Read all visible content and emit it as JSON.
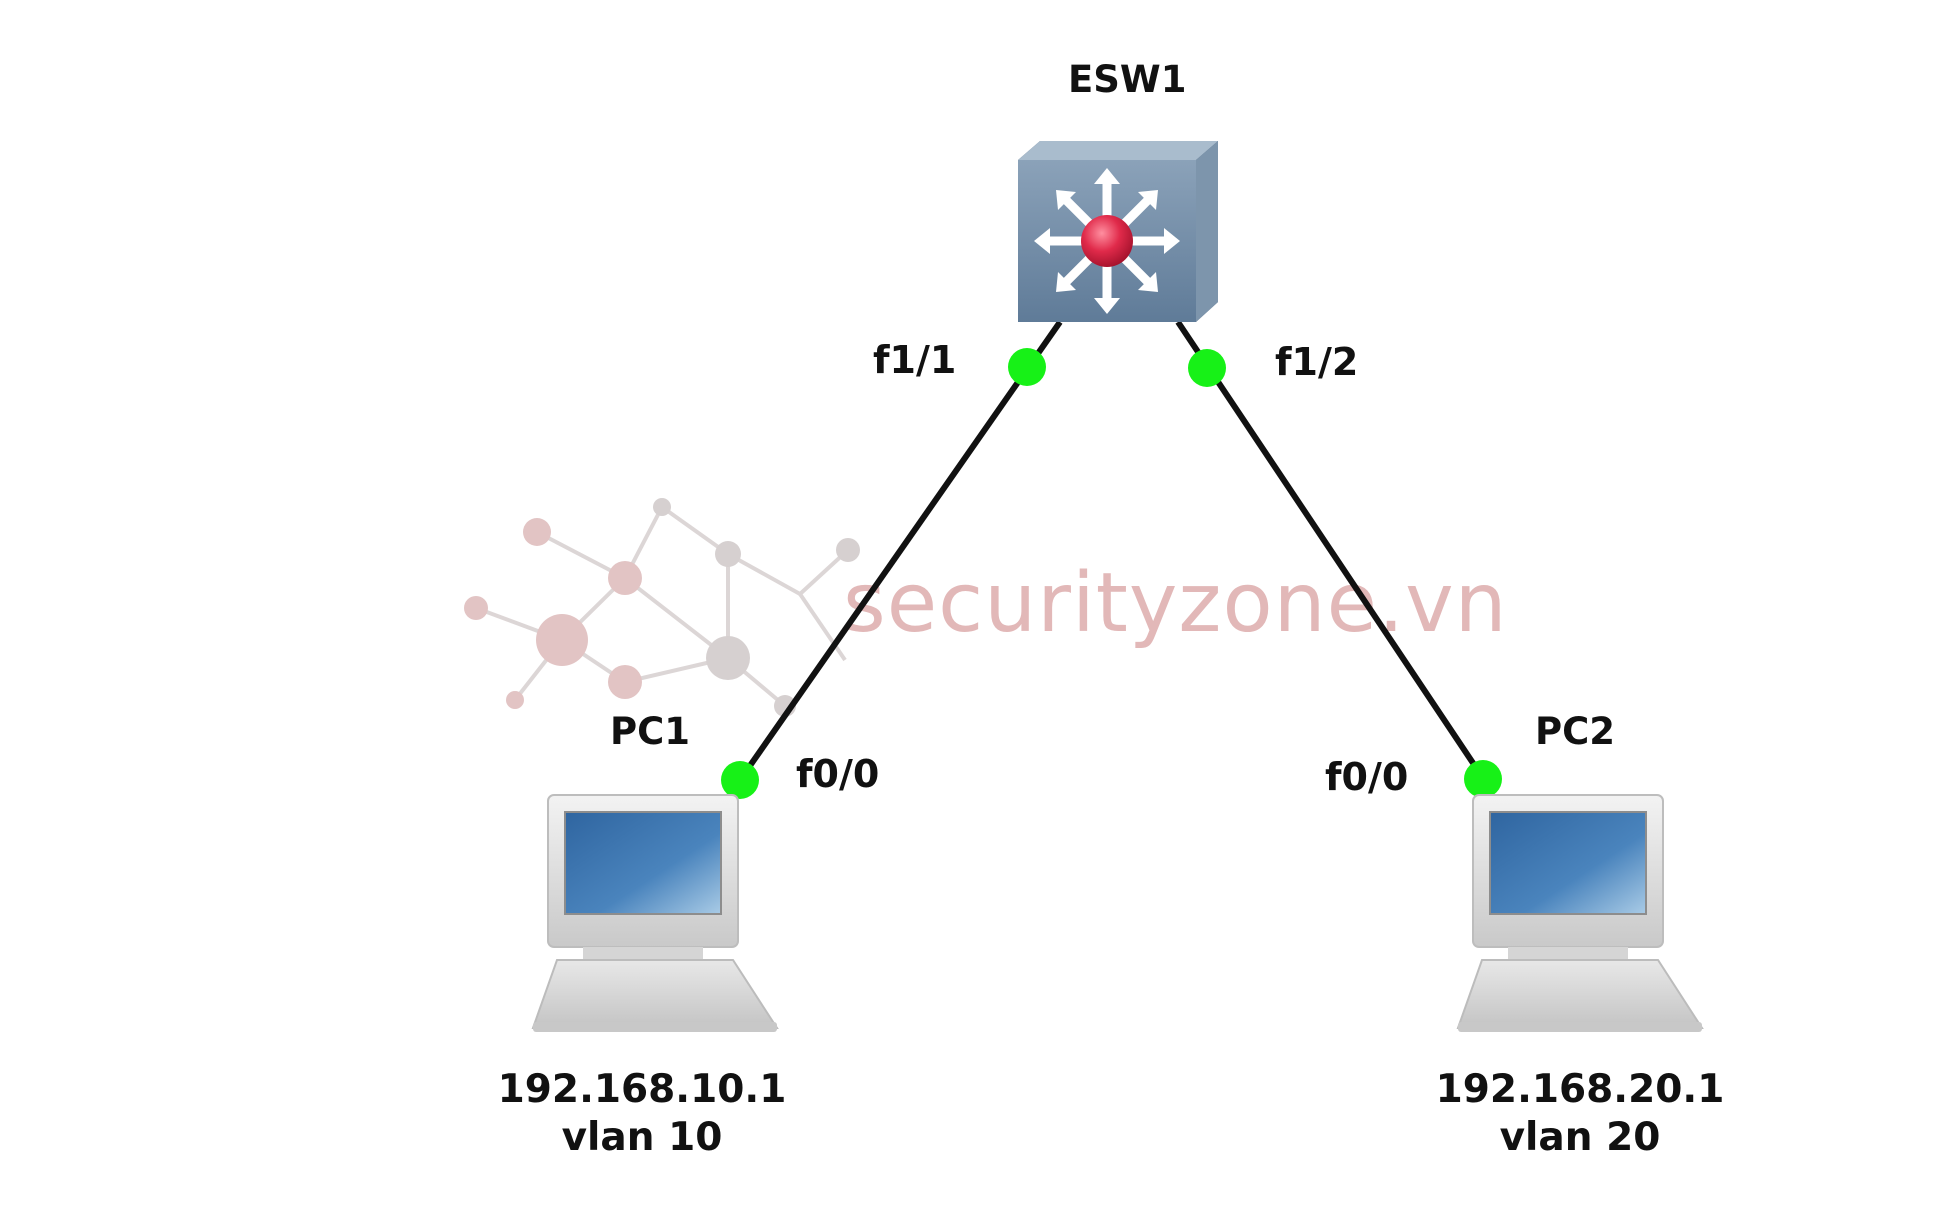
{
  "watermark": {
    "text": "securityzone.vn",
    "color": "#e2b8b8"
  },
  "devices": {
    "switch": {
      "name": "ESW1",
      "icon": "multilayer-switch-icon",
      "body_color": "#6f8aa5"
    },
    "pc1": {
      "name": "PC1",
      "icon": "desktop-computer-icon",
      "ip": "192.168.10.1",
      "vlan": "vlan 10"
    },
    "pc2": {
      "name": "PC2",
      "icon": "desktop-computer-icon",
      "ip": "192.168.20.1",
      "vlan": "vlan 20"
    }
  },
  "links": [
    {
      "from": "ESW1",
      "from_port": "f1/1",
      "to": "PC1",
      "to_port": "f0/0"
    },
    {
      "from": "ESW1",
      "from_port": "f1/2",
      "to": "PC2",
      "to_port": "f0/0"
    }
  ],
  "colors": {
    "link": "#111111",
    "port_up": "#17f117",
    "screen": "#3f77b0"
  }
}
